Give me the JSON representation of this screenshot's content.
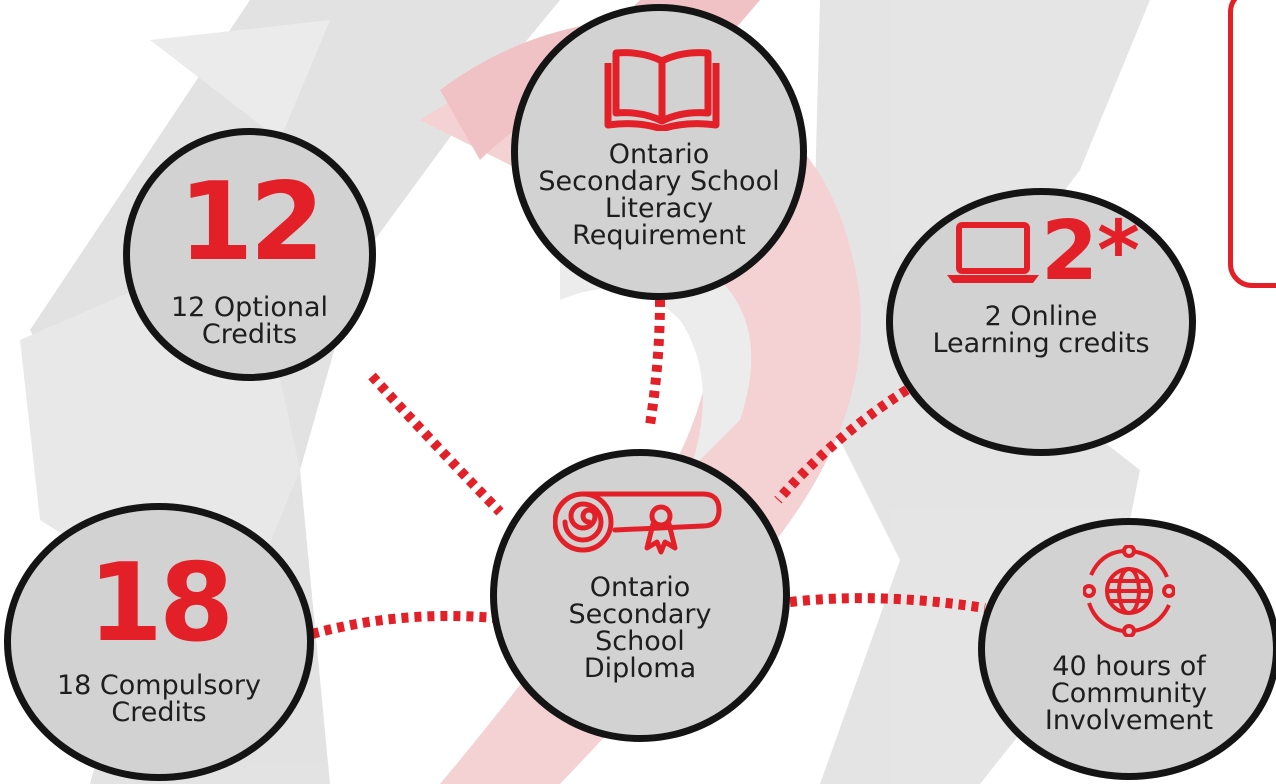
{
  "colors": {
    "accent": "#e32028",
    "circle_fill": "#d2d2d2",
    "circle_border": "#141414",
    "text": "#1e1e1e"
  },
  "center": {
    "icon": "diploma-scroll-icon",
    "label": "Ontario\nSecondary\nSchool\nDiploma"
  },
  "nodes": {
    "optional": {
      "number": "12",
      "label": "12 Optional\nCredits"
    },
    "literacy": {
      "icon": "open-book-icon",
      "label": "Ontario\nSecondary School\nLiteracy\nRequirement"
    },
    "online": {
      "icon": "laptop-icon",
      "number": "2*",
      "label": "2 Online\nLearning credits"
    },
    "compulsory": {
      "number": "18",
      "label": "18 Compulsory\nCredits"
    },
    "community": {
      "icon": "globe-network-icon",
      "label": "40 hours of\nCommunity\nInvolvement"
    }
  }
}
